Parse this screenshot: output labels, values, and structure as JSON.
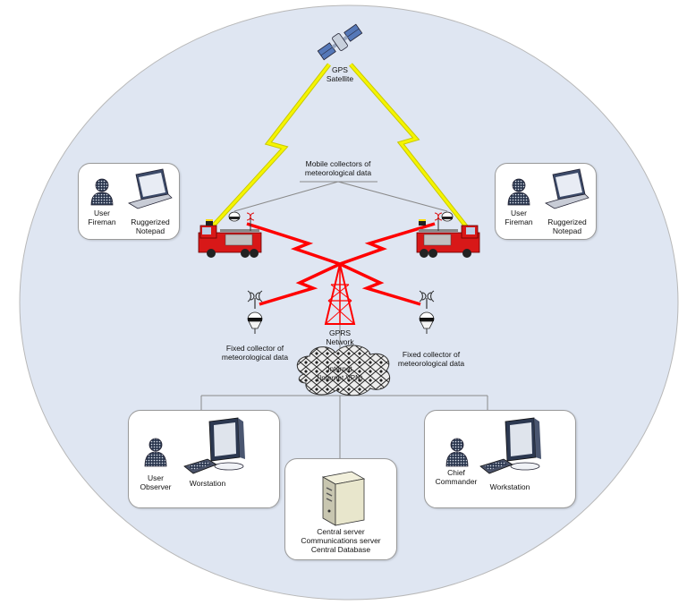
{
  "satellite": {
    "line1": "GPS",
    "line2": "Satellite"
  },
  "mobile_collectors": {
    "line1": "Mobile collectors of",
    "line2": "meteorological data"
  },
  "left_user": {
    "role_line1": "User",
    "role_line2": "Fireman",
    "device_line1": "Ruggerized",
    "device_line2": "Notepad"
  },
  "right_user": {
    "role_line1": "User",
    "role_line2": "Fireman",
    "device_line1": "Ruggerized",
    "device_line2": "Notepad"
  },
  "gprs": {
    "line1": "GPRS",
    "line2": "Network"
  },
  "fixed_left": {
    "line1": "Fixed collector of",
    "line2": "meteorological data"
  },
  "fixed_right": {
    "line1": "Fixed collector of",
    "line2": "meteorological data"
  },
  "cloud": {
    "line1": "Internet",
    "line2": "(Internet VPN)"
  },
  "observer": {
    "role_line1": "User",
    "role_line2": "Observer",
    "device": "Worstation"
  },
  "commander": {
    "role_line1": "Chief",
    "role_line2": "Commander",
    "device": "Workstation"
  },
  "server": {
    "line1": "Central server",
    "line2": "Communications server",
    "line3": "Central Database"
  },
  "colors": {
    "background_oval": "#dfe6f2",
    "gps_link": "#f5f500",
    "gprs_link": "#ff0000",
    "panel_border": "#9a9a9a"
  }
}
